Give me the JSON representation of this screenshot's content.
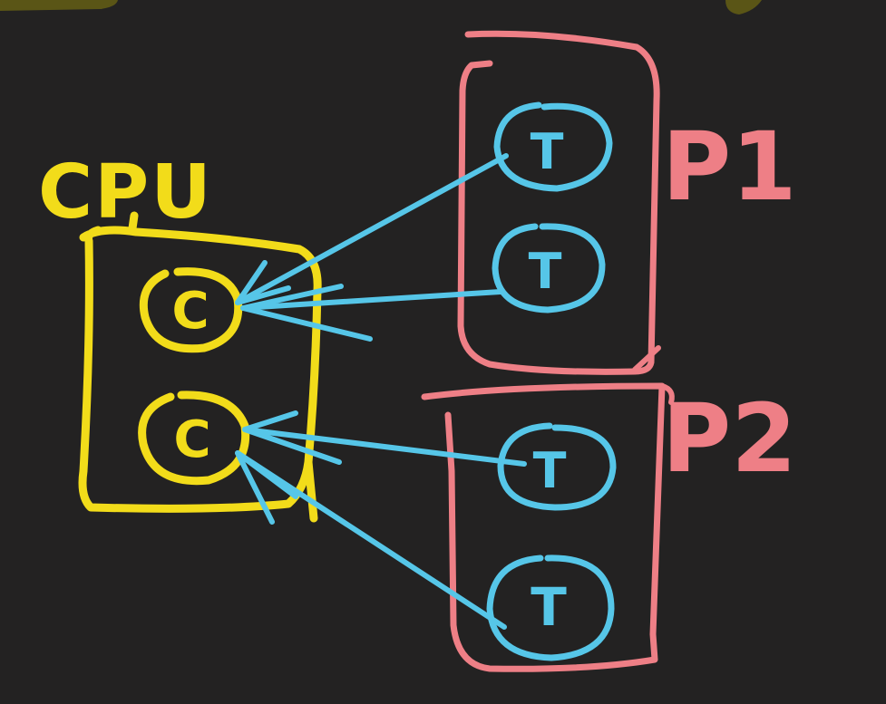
{
  "colors": {
    "background": "#232222",
    "cpu": "#f2dc1a",
    "process": "#ee7f86",
    "thread": "#56c6e8",
    "corner_blob": "#5a5516"
  },
  "labels": {
    "cpu": "CPU",
    "process1": "P1",
    "process2": "P2",
    "core": "C",
    "thread": "T"
  },
  "cpu": {
    "name": "CPU",
    "cores": [
      {
        "id": "core-1",
        "letter": "C"
      },
      {
        "id": "core-2",
        "letter": "C"
      }
    ]
  },
  "processes": [
    {
      "name": "P1",
      "threads": [
        {
          "id": "p1-t1",
          "letter": "T",
          "target_core": "core-1"
        },
        {
          "id": "p1-t2",
          "letter": "T",
          "target_core": "core-1"
        }
      ]
    },
    {
      "name": "P2",
      "threads": [
        {
          "id": "p2-t1",
          "letter": "T",
          "target_core": "core-2"
        },
        {
          "id": "p2-t2",
          "letter": "T",
          "target_core": "core-2"
        }
      ]
    }
  ]
}
